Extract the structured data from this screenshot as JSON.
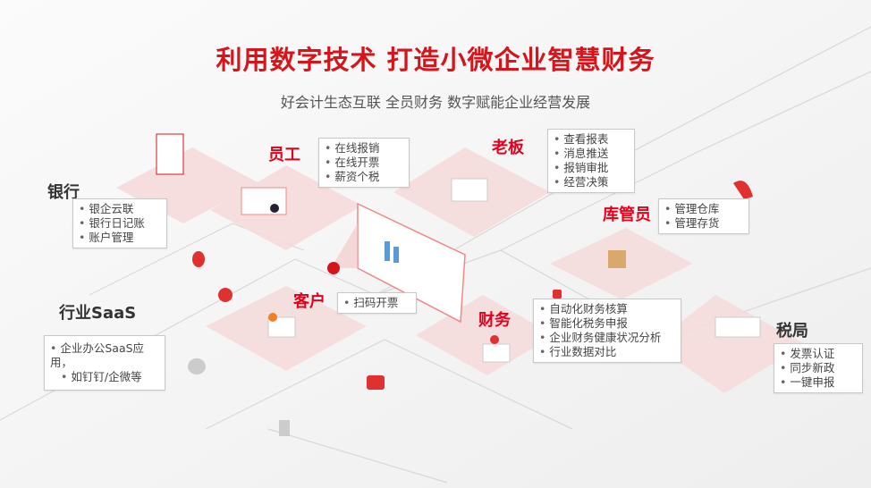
{
  "title": "利用数字技术 打造小微企业智慧财务",
  "subtitle": "好会计生态互联 全员财务 数字赋能企业经营发展",
  "roles": {
    "bank": {
      "label": "银行",
      "items": [
        "银企云联",
        "银行日记账",
        "账户管理"
      ]
    },
    "employee": {
      "label": "员工",
      "items": [
        "在线报销",
        "在线开票",
        "薪资个税"
      ]
    },
    "boss": {
      "label": "老板",
      "items": [
        "查看报表",
        "消息推送",
        "报销审批",
        "经营决策"
      ]
    },
    "warehouse": {
      "label": "库管员",
      "items": [
        "管理仓库",
        "管理存货"
      ]
    },
    "saas": {
      "label": "行业SaaS",
      "items": [
        "企业办公SaaS应用，",
        "如钉钉/企微等"
      ]
    },
    "customer": {
      "label": "客户",
      "items": [
        "扫码开票"
      ]
    },
    "finance": {
      "label": "财务",
      "items": [
        "自动化财务核算",
        "智能化税务申报",
        "企业财务健康状况分析",
        "行业数据对比"
      ]
    },
    "tax": {
      "label": "税局",
      "items": [
        "发票认证",
        "同步新政",
        "一键申报"
      ]
    }
  },
  "colors": {
    "accent": "#e3001b",
    "tile": "#f6dcdc"
  }
}
